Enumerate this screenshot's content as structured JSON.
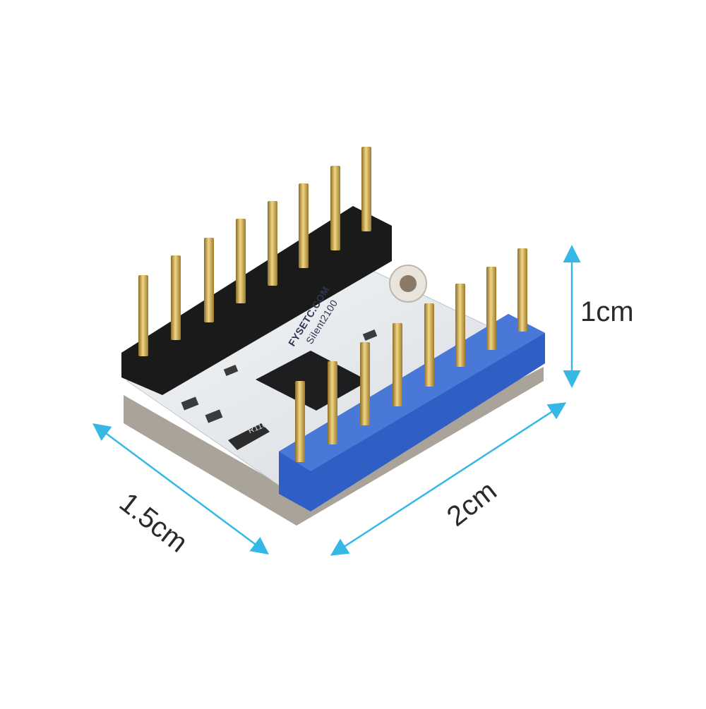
{
  "dimensions": {
    "height": "1cm",
    "depth": "1.5cm",
    "width": "2cm"
  },
  "board": {
    "brand": "FYSETC.COM",
    "chip_id": "Silent2100",
    "resistor_code": "R110"
  },
  "colors": {
    "arrow": "#35b8e6",
    "header_left": "#1a1a1a",
    "header_right": "#2f5ec4",
    "pcb": "#e9ecef",
    "pin": "#c9a44a"
  },
  "pins": {
    "left_row": 8,
    "right_row": 8
  }
}
